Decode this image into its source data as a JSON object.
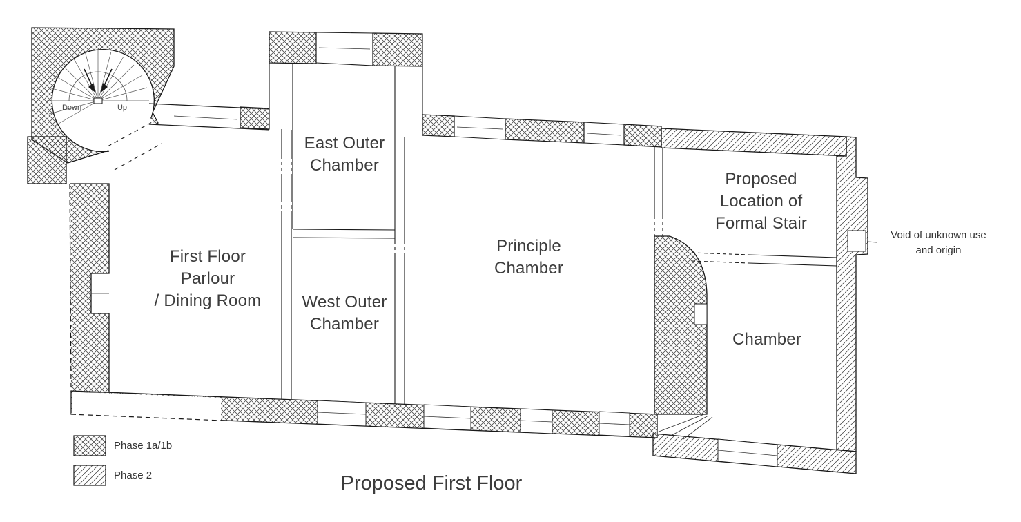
{
  "meta": {
    "title_label": "Proposed First Floor"
  },
  "rooms": {
    "parlour": {
      "lines": [
        "First Floor",
        "Parlour",
        "/ Dining Room"
      ]
    },
    "east_outer": {
      "lines": [
        "East Outer",
        "Chamber"
      ]
    },
    "west_outer": {
      "lines": [
        "West Outer",
        "Chamber"
      ]
    },
    "principle": {
      "lines": [
        "Principle",
        "Chamber"
      ]
    },
    "formal_stair": {
      "lines": [
        "Proposed",
        "Location of",
        "Formal Stair"
      ]
    },
    "chamber": {
      "lines": [
        "Chamber"
      ]
    }
  },
  "stair_tower": {
    "down_label": "Down",
    "up_label": "Up"
  },
  "annotations": {
    "void_note": {
      "lines": [
        "Void of unknown use",
        "and origin"
      ]
    }
  },
  "legend": {
    "phase1": {
      "label": "Phase 1a/1b",
      "pattern": "crosshatch"
    },
    "phase2": {
      "label": "Phase 2",
      "pattern": "diagonal-hatch"
    }
  },
  "colors": {
    "background": "#ffffff",
    "ink": "#1a1a1a",
    "hatch": "#4a4a4a",
    "text": "#3c3c3c"
  }
}
